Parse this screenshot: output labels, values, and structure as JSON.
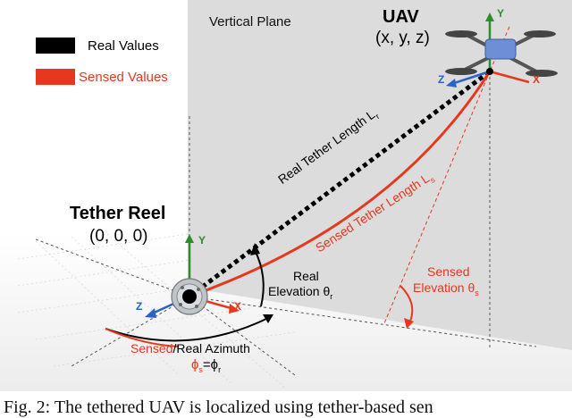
{
  "legend": {
    "real": {
      "label": "Real Values",
      "color": "#000000"
    },
    "sensed": {
      "label": "Sensed Values",
      "color": "#e5381f"
    }
  },
  "vertical_plane": {
    "label": "Vertical Plane"
  },
  "uav": {
    "title": "UAV",
    "coords": "(x, y, z)"
  },
  "tether_reel": {
    "title": "Tether Reel",
    "coords": "(0, 0, 0)"
  },
  "tether": {
    "real_length": "Real Tether Length L",
    "real_length_sub": "r",
    "sensed_length": "Sensed Tether Length L",
    "sensed_length_sub": "s"
  },
  "elevation": {
    "real_line1": "Real",
    "real_line2": "Elevation θ",
    "real_sub": "r",
    "sensed_line1": "Sensed",
    "sensed_line2": "Elevation θ",
    "sensed_sub": "s"
  },
  "azimuth": {
    "prefix_sensed": "Sensed",
    "prefix_rest": "/Real Azimuth",
    "formula_a": "ϕ",
    "formula_a_sub": "s",
    "formula_eq": "=ϕ",
    "formula_b_sub": "r"
  },
  "axes": {
    "x": "X",
    "y": "Y",
    "z": "Z"
  },
  "caption": "Fig. 2: The tethered UAV is localized using tether-based sen"
}
